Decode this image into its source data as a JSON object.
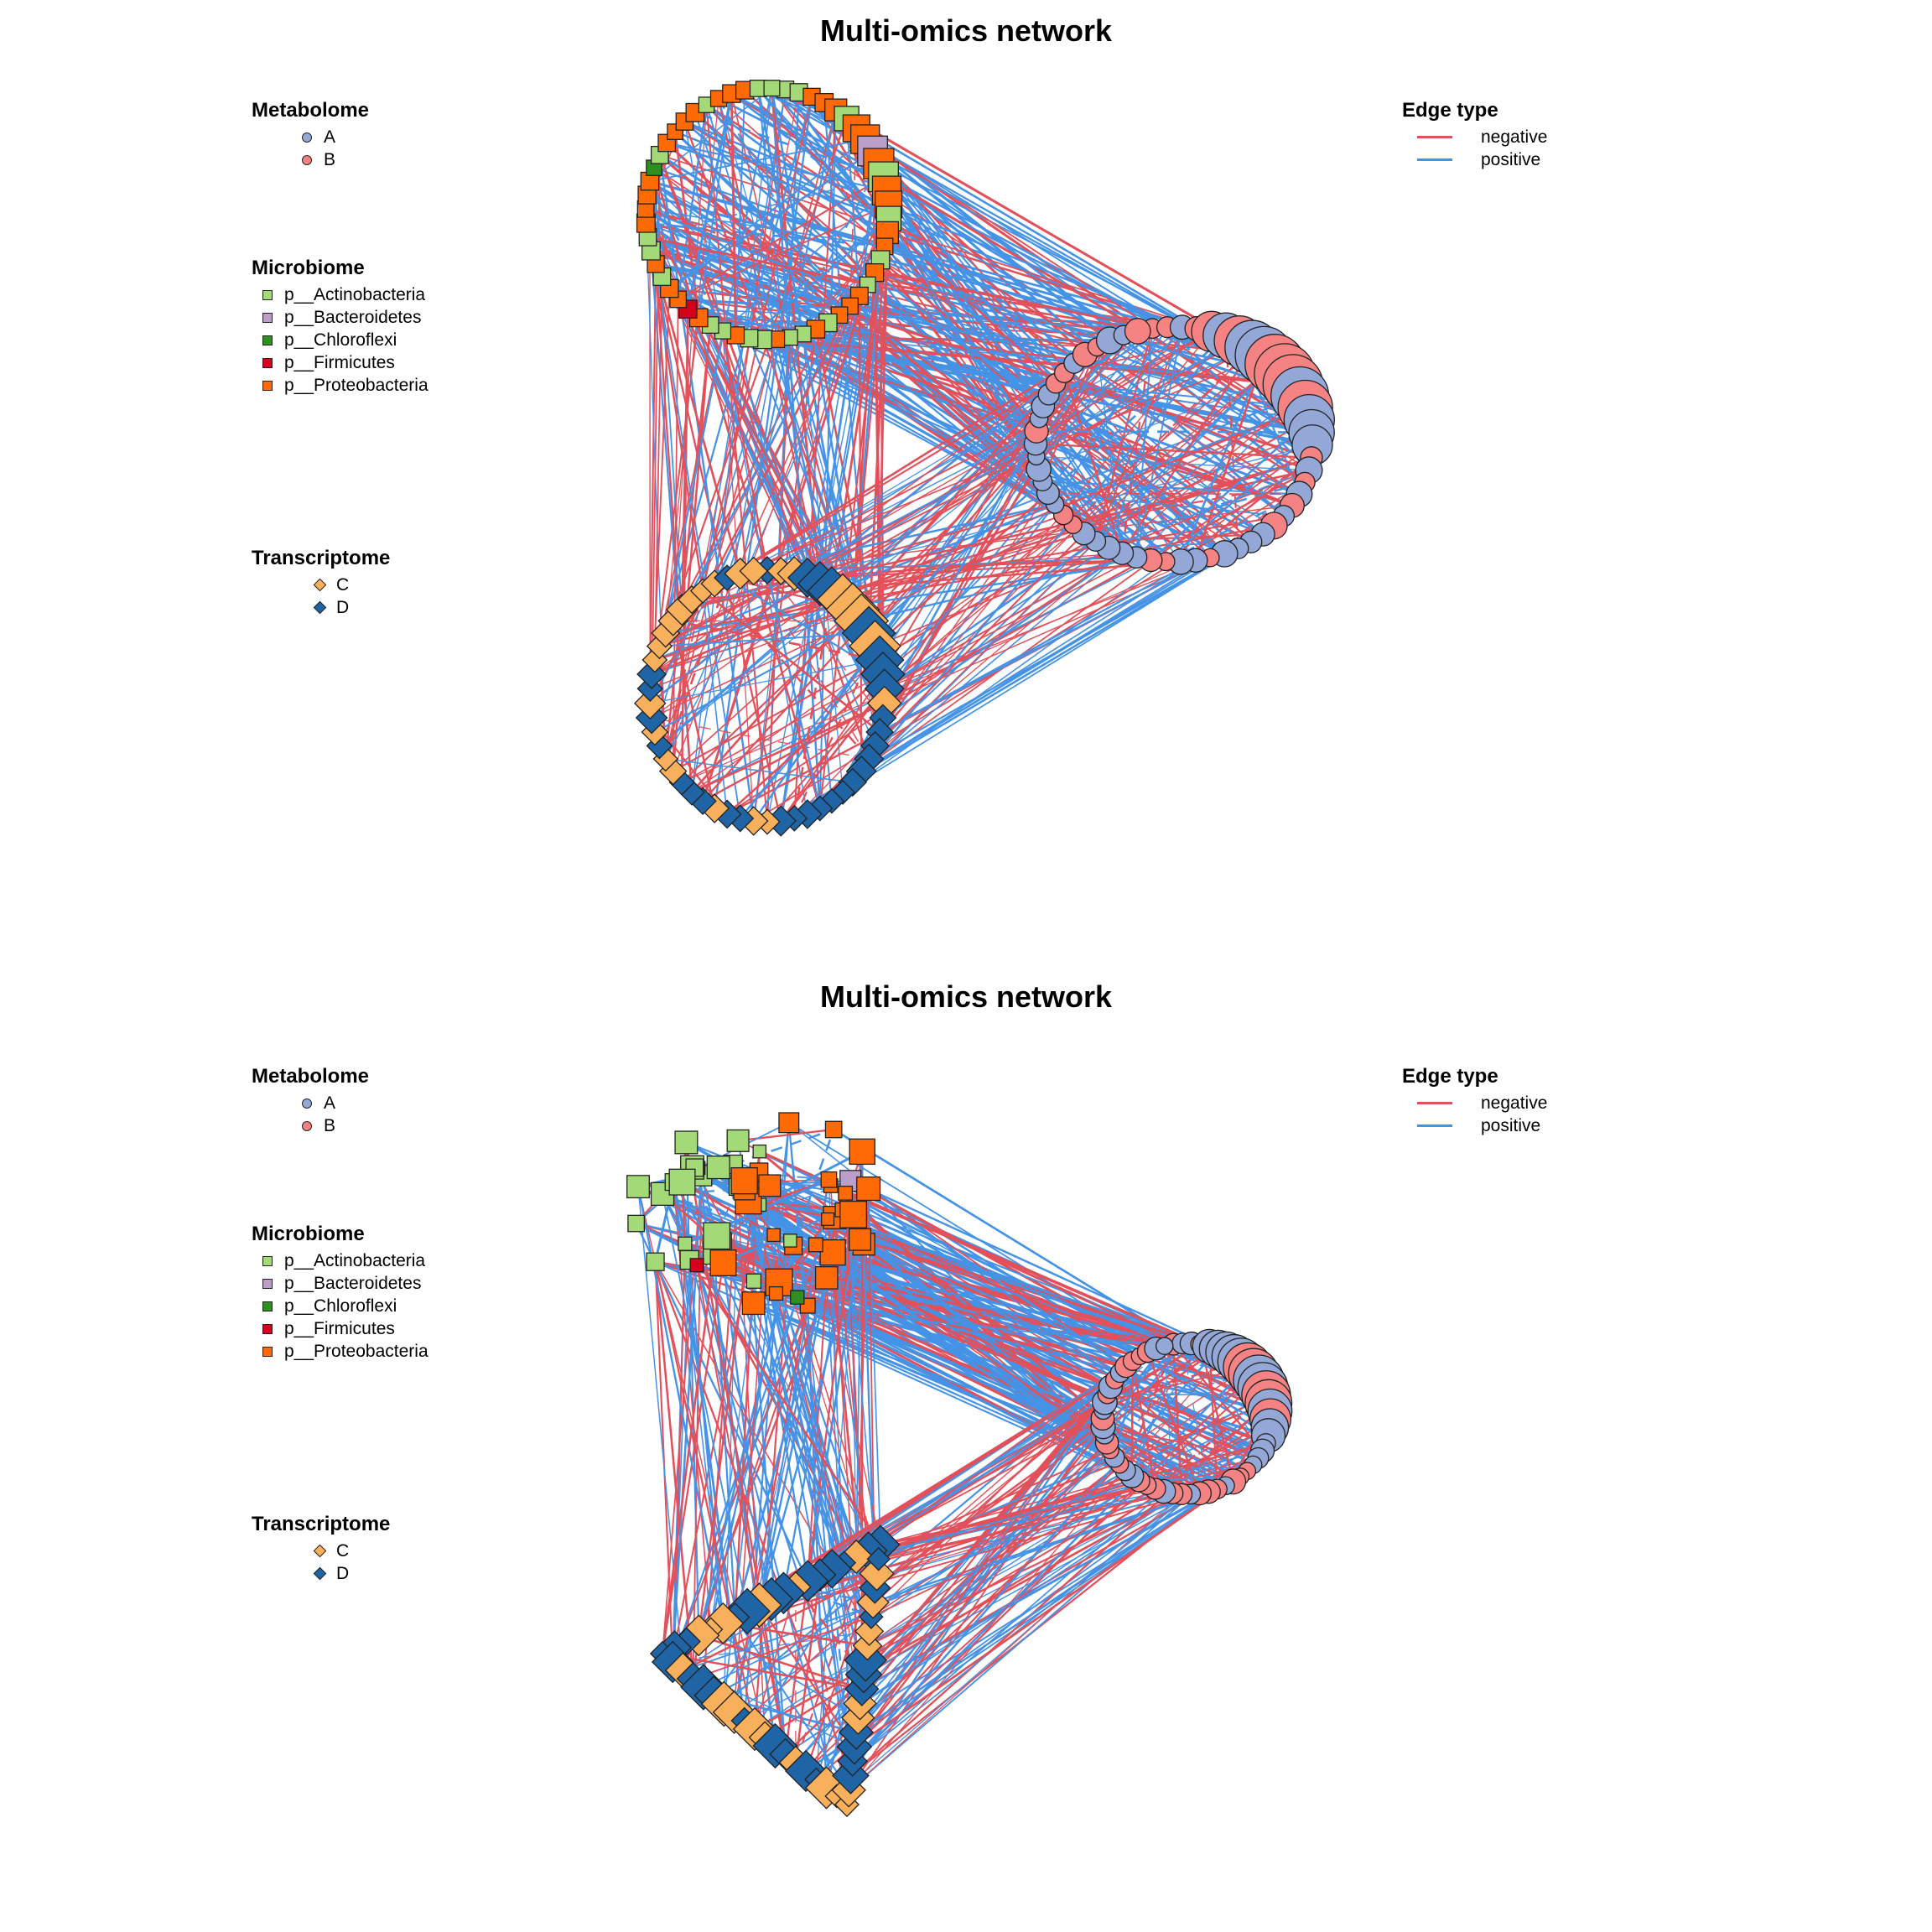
{
  "panels": [
    {
      "title": "Multi-omics network",
      "layout": "circles"
    },
    {
      "title": "Multi-omics network",
      "layout": "free"
    }
  ],
  "legend": {
    "metabolome": {
      "title": "Metabolome",
      "items": [
        {
          "label": "A",
          "color": "#93a8d6",
          "shape": "circle"
        },
        {
          "label": "B",
          "color": "#f58384",
          "shape": "circle"
        }
      ]
    },
    "microbiome": {
      "title": "Microbiome",
      "items": [
        {
          "label": "p__Actinobacteria",
          "color": "#a3d977",
          "shape": "square"
        },
        {
          "label": "p__Bacteroidetes",
          "color": "#bb9ec9",
          "shape": "square"
        },
        {
          "label": "p__Chloroflexi",
          "color": "#2f8f1f",
          "shape": "square"
        },
        {
          "label": "p__Firmicutes",
          "color": "#d7001b",
          "shape": "square"
        },
        {
          "label": "p__Proteobacteria",
          "color": "#ff6a06",
          "shape": "square"
        }
      ]
    },
    "transcriptome": {
      "title": "Transcriptome",
      "items": [
        {
          "label": "C",
          "color": "#f9b05c",
          "shape": "diamond"
        },
        {
          "label": "D",
          "color": "#1f64a5",
          "shape": "diamond"
        }
      ]
    },
    "edge_type": {
      "title": "Edge type",
      "items": [
        {
          "label": "negative",
          "color": "#e3505a"
        },
        {
          "label": "positive",
          "color": "#4593e6"
        }
      ]
    }
  }
}
